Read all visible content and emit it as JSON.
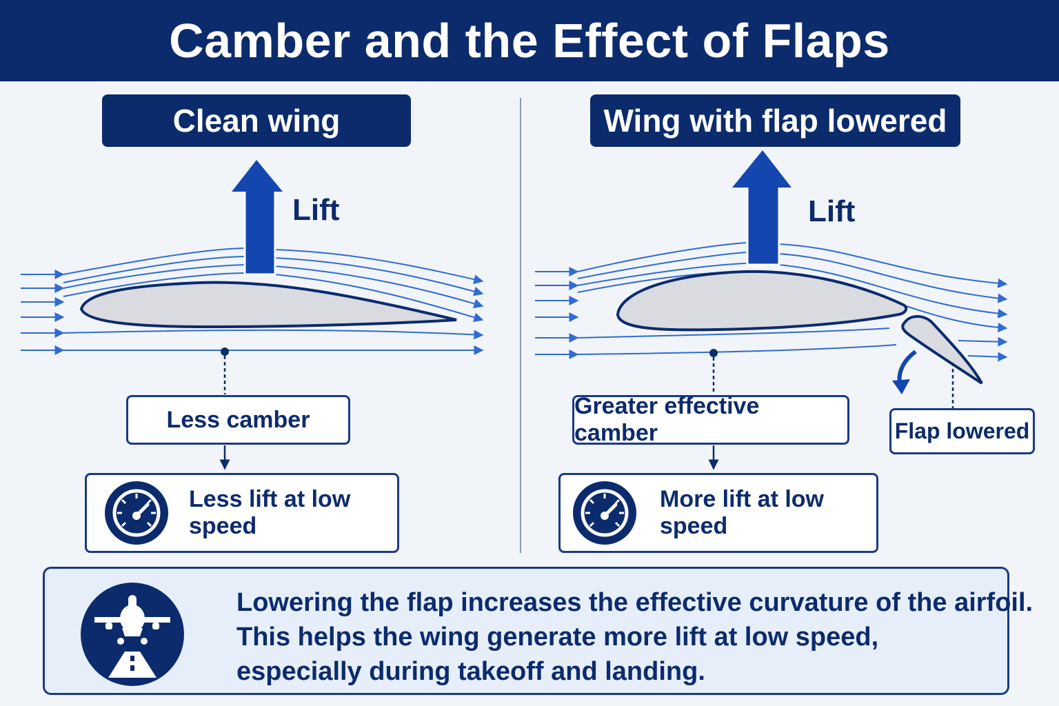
{
  "title": "Camber and the Effect of Flaps",
  "left_panel": {
    "heading": "Clean wing",
    "lift_label": "Lift",
    "camber_label": "Less camber",
    "result_label": "Less lift at low speed"
  },
  "right_panel": {
    "heading": "Wing with flap lowered",
    "lift_label": "Lift",
    "camber_label": "Greater effective camber",
    "flap_label": "Flap lowered",
    "result_label": "More lift at low speed"
  },
  "summary": {
    "lines": [
      "Lowering the flap increases the effective curvature of the airfoil.",
      "This helps the wing generate more lift at low speed,",
      "especially during takeoff and landing."
    ]
  },
  "colors": {
    "navy": "#0c2b6d",
    "arrow_blue": "#1446b0",
    "streamline_blue": "#2f6bd0",
    "wing_fill": "#d9dbe0"
  },
  "icons": [
    "lift-arrow-icon",
    "speedometer-icon",
    "airplane-runway-icon",
    "flap-rotation-arrow-icon"
  ]
}
